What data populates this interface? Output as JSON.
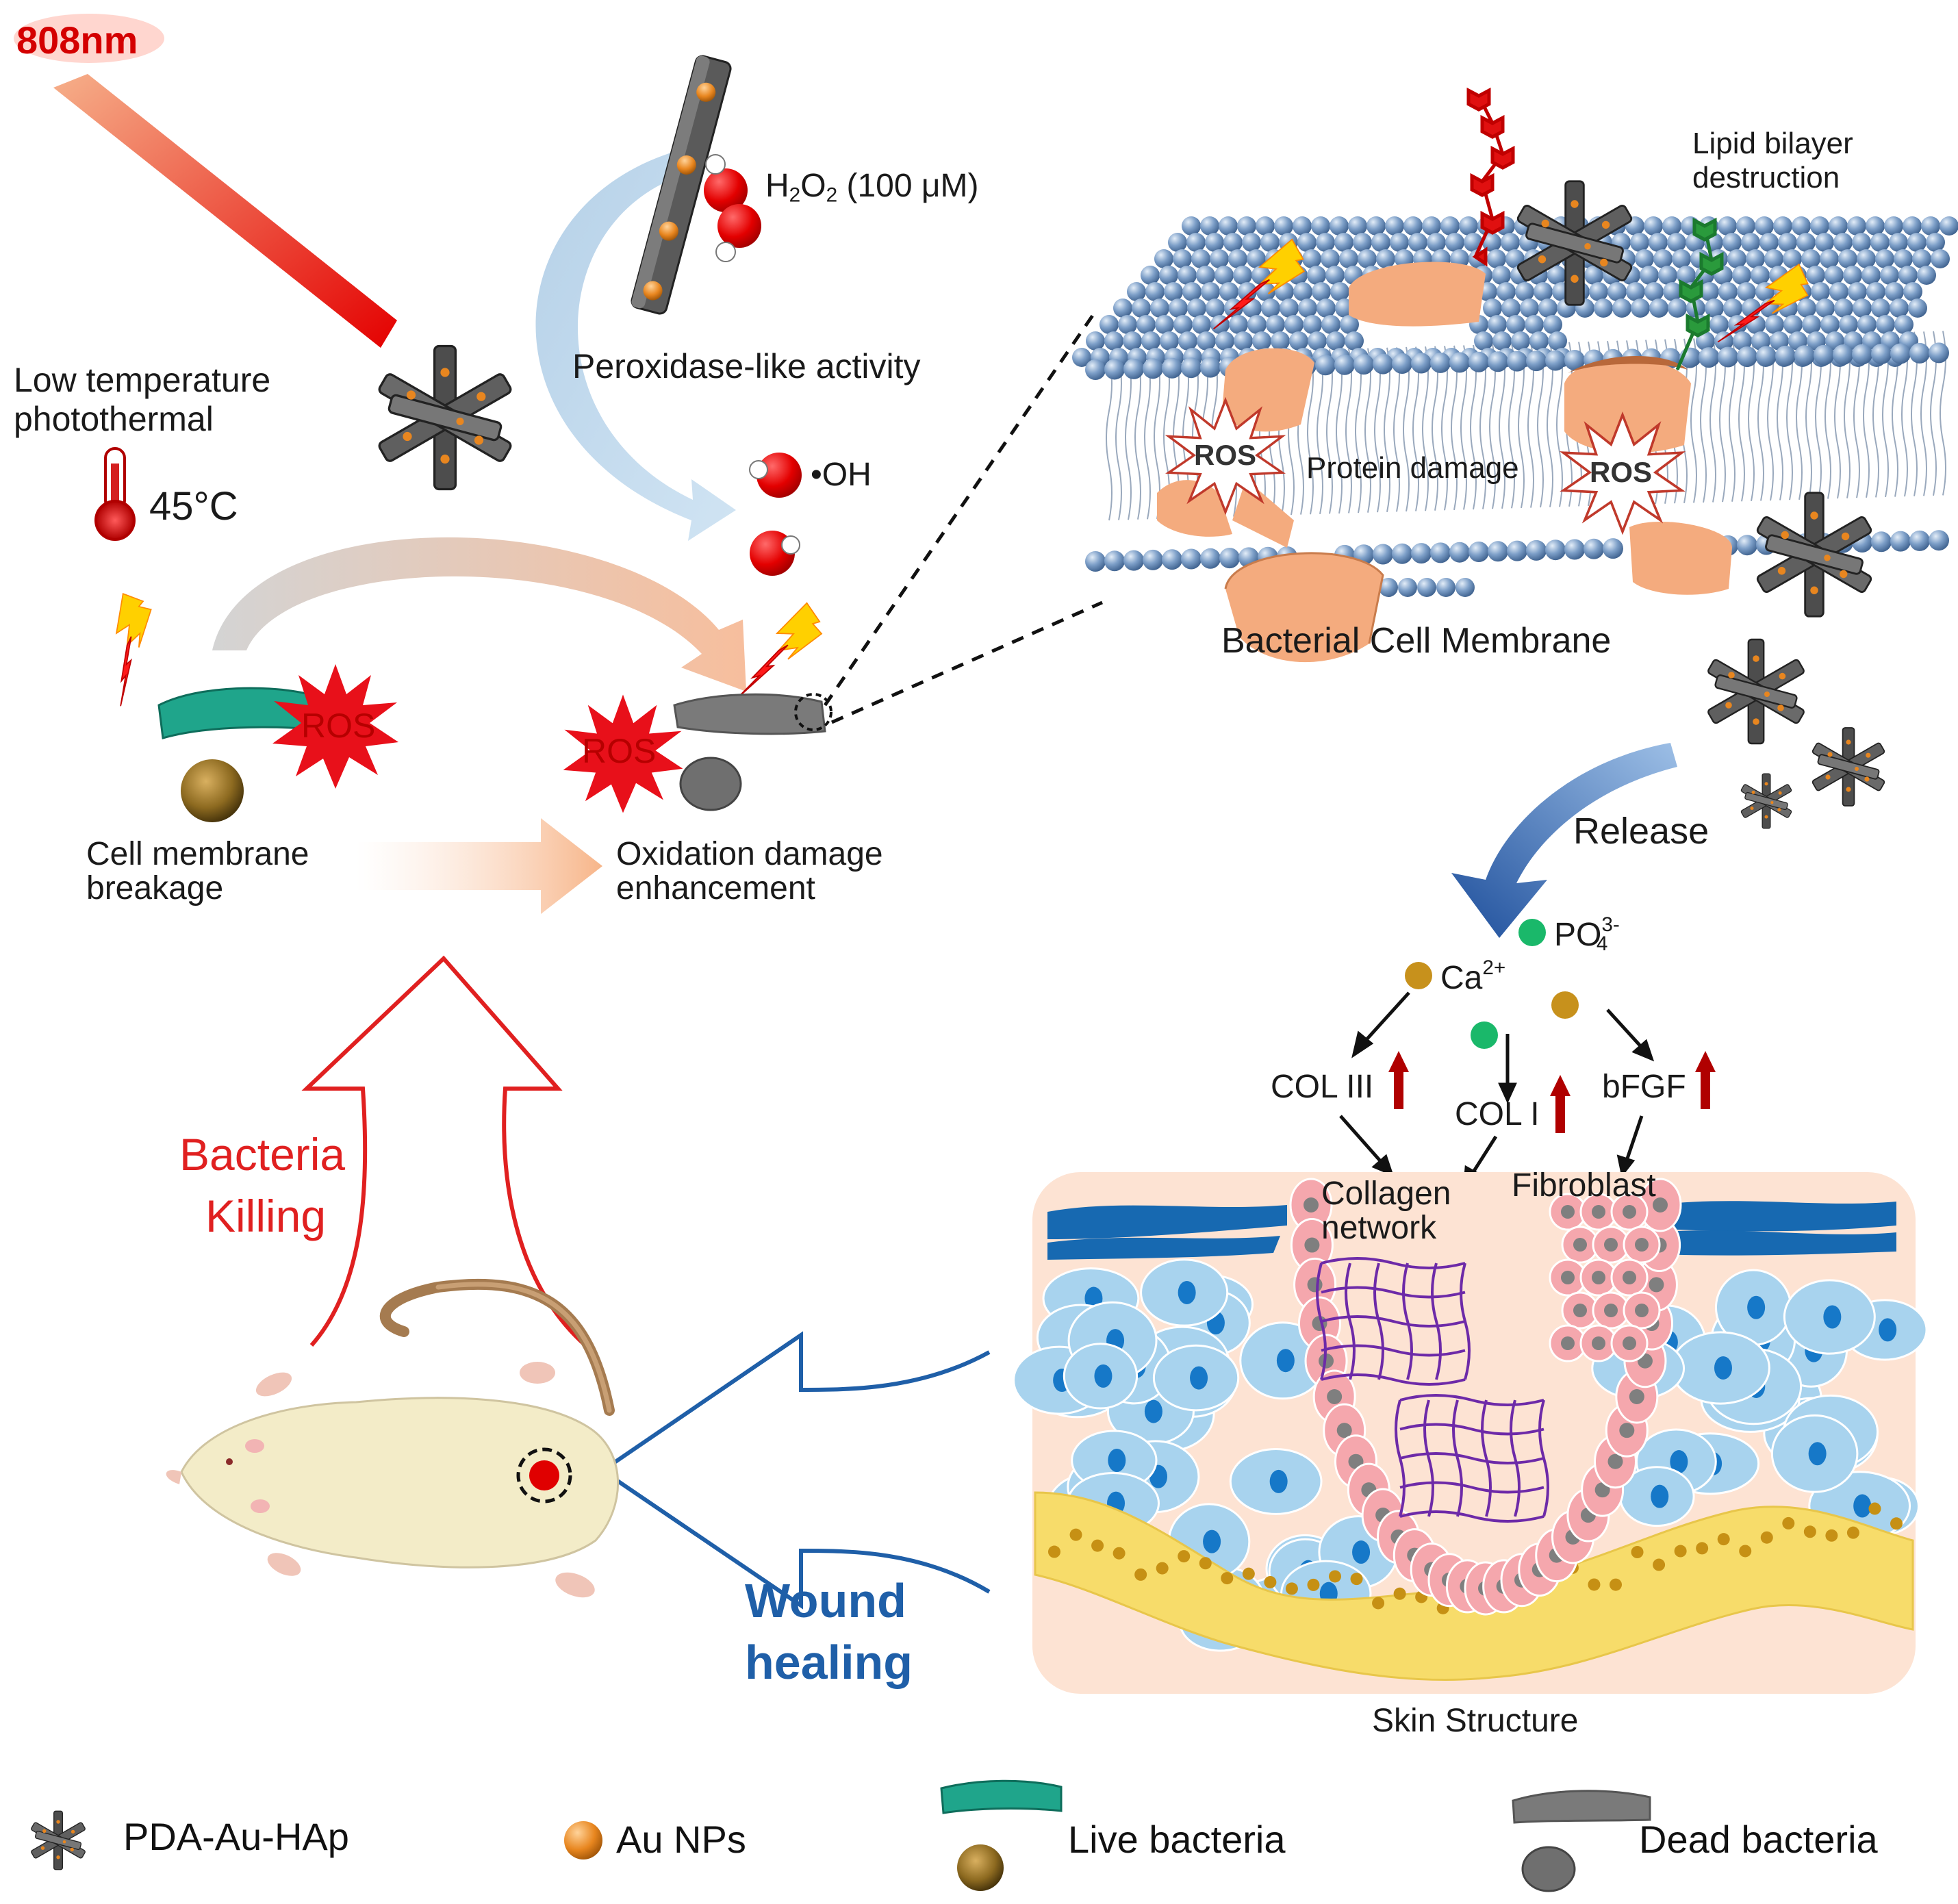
{
  "laser": {
    "wavelength": "808nm"
  },
  "photothermal": {
    "line1": "Low temperature",
    "line2": "photothermal",
    "temperature": "45°C"
  },
  "peroxidase": {
    "h2o2_prefix": "H",
    "h2o2_sub1": "2",
    "h2o2_mid": "O",
    "h2o2_sub2": "2",
    "h2o2_conc": "(100 μM)",
    "activity": "Peroxidase-like activity",
    "radical": "•OH"
  },
  "left_processes": {
    "ros_left": "ROS",
    "ros_right": "ROS",
    "membrane_breakage": [
      "Cell membrane",
      "breakage"
    ],
    "oxidation": [
      "Oxidation damage",
      "enhancement"
    ]
  },
  "membrane_panel": {
    "lipid": [
      "Lipid bilayer",
      "destruction"
    ],
    "ros_a": "ROS",
    "ros_b": "ROS",
    "protein": "Protein damage",
    "title": "Bacterial Cell Membrane"
  },
  "release": {
    "label": "Release",
    "po4": "PO",
    "po4_sub": "4",
    "po4_sup": "3-",
    "ca": "Ca",
    "ca_sup": "2+",
    "col3": "COL III",
    "col1": "COL I",
    "bfgf": "bFGF",
    "collagen": [
      "Collagen",
      "network"
    ],
    "fibroblast": "Fibroblast"
  },
  "skin": {
    "title": "Skin Structure"
  },
  "big_arrows": {
    "killing": [
      "Bacteria",
      "Killing"
    ],
    "healing": [
      "Wound",
      "healing"
    ]
  },
  "legend": [
    "PDA-Au-HAp",
    "Au NPs",
    "Live bacteria",
    "Dead bacteria"
  ],
  "colors": {
    "laser_red": "#e00000",
    "ros_red": "#e8101a",
    "kill_red": "#e02020",
    "heal_blue": "#1f5fa8",
    "membrane_blue": "#6f93bf",
    "protein_peach": "#f0a779",
    "skin_bg": "#fde3d3",
    "pink_cell": "#f5a7ad",
    "blue_cell": "#a8d3ee",
    "fat_yellow": "#f7dc6a",
    "collagen_purple": "#6d2aa8",
    "au_orange": "#e8861f",
    "rod_gray": "#5a5a5a",
    "live_teal": "#22a88e",
    "ca_gold": "#c7911c",
    "po4_green": "#1ab86a",
    "release_blue": "#2e65b5"
  }
}
